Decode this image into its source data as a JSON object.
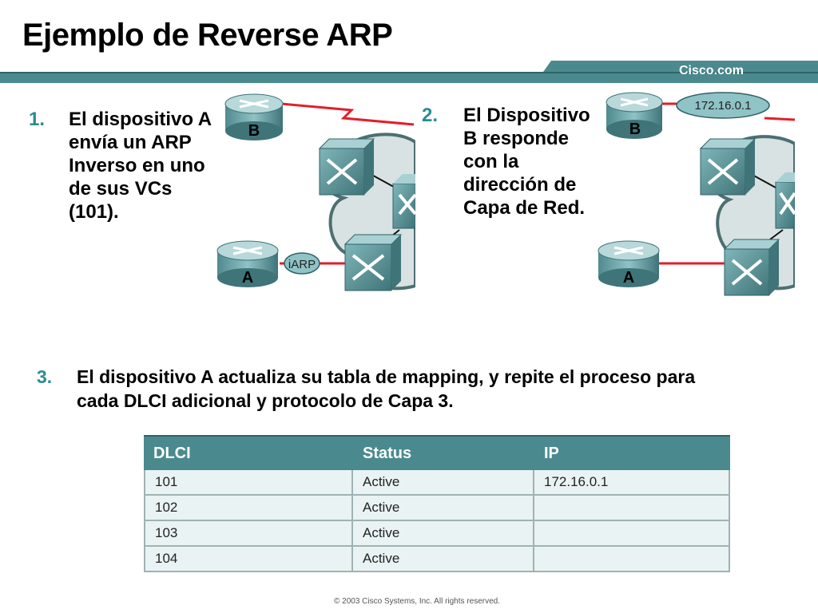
{
  "header": {
    "title": "Ejemplo de Reverse ARP",
    "brand": "Cisco.com"
  },
  "colors": {
    "teal": "#4a8a8e",
    "accent": "#2a8c92",
    "link_red": "#e0202a"
  },
  "steps": [
    {
      "num": "1.",
      "text": "El dispositivo A envía un ARP Inverso en uno de sus VCs (101)."
    },
    {
      "num": "2.",
      "text": "El Dispositivo B responde con la dirección de Capa de Red."
    },
    {
      "num": "3.",
      "text": "El dispositivo A actualiza su tabla de mapping, y repite el proceso para cada DLCI adicional y protocolo de Capa 3."
    }
  ],
  "diagram1": {
    "router_top": "B",
    "router_bottom": "A",
    "bubble": "iARP",
    "icons": [
      "router-icon",
      "frame-relay-switch-icon",
      "cloud-icon"
    ]
  },
  "diagram2": {
    "router_top": "B",
    "router_bottom": "A",
    "bubble": "172.16.0.1"
  },
  "table": {
    "headers": [
      "DLCI",
      "Status",
      "IP"
    ],
    "rows": [
      [
        "101",
        "Active",
        "172.16.0.1"
      ],
      [
        "102",
        "Active",
        ""
      ],
      [
        "103",
        "Active",
        ""
      ],
      [
        "104",
        "Active",
        ""
      ]
    ]
  },
  "footer": "© 2003 Cisco Systems, Inc. All rights reserved."
}
